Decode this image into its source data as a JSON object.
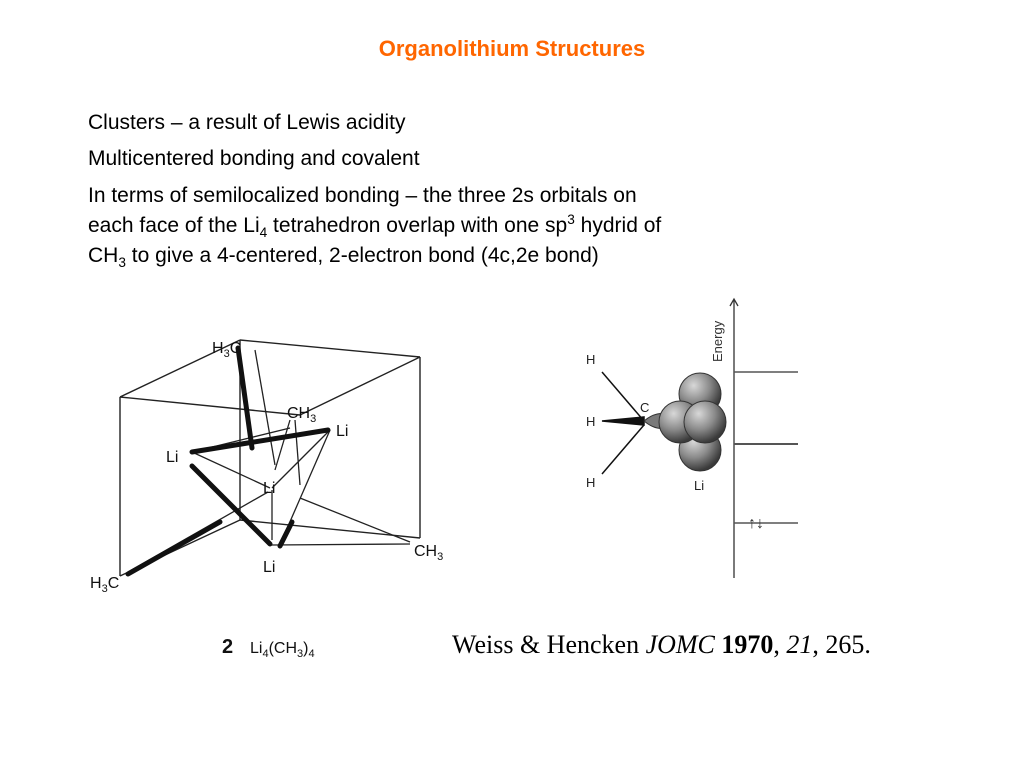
{
  "title": "Organolithium Structures",
  "colors": {
    "title": "#ff6600",
    "text": "#000000",
    "sphere": "#8a8a8a"
  },
  "bullets": {
    "b1": "Clusters – a result of Lewis acidity",
    "b2": "Multicentered bonding and covalent",
    "b3": {
      "line1": "In terms of semilocalized bonding – the three 2s orbitals on",
      "line2a": "each face of the Li",
      "line2_sub": "4",
      "line2b": " tetrahedron overlap with one sp",
      "line2_sup": "3",
      "line2c": " hydrid of",
      "line3a": "CH",
      "line3_sub": "3",
      "line3b": " to give a 4-centered, 2-electron bond (4c,2e bond)"
    }
  },
  "left_figure": {
    "labels": {
      "h3c_top": "H",
      "h3c_top_sub": "3",
      "h3c_top_c": "C",
      "ch3_mid": "CH",
      "ch3_mid_sub": "3",
      "li_right": "Li",
      "li_left": "Li",
      "li_center": "Li",
      "li_bottom": "Li",
      "ch3_right": "CH",
      "ch3_right_sub": "3",
      "h3c_bottom": "H",
      "h3c_bottom_sub": "3",
      "h3c_bottom_c": "C"
    },
    "caption": {
      "number": "2",
      "formula_a": "Li",
      "formula_sub1": "4",
      "formula_b": "(CH",
      "formula_sub2": "3",
      "formula_c": ")",
      "formula_sub3": "4"
    }
  },
  "right_figure": {
    "axis_label": "Energy",
    "atom_h1": "H",
    "atom_h2": "H",
    "atom_h3": "H",
    "atom_c": "C",
    "atom_li": "Li",
    "spin_arrows": "↑↓"
  },
  "citation": {
    "authors": "Weiss & Hencken ",
    "journal": "JOMC",
    "year": "1970",
    "sep1": ", ",
    "volume": "21",
    "pages": ", 265."
  }
}
